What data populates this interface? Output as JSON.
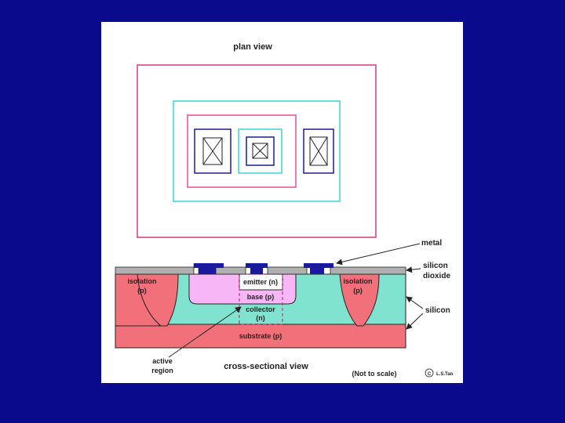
{
  "colors": {
    "background": "#0a0a8c",
    "isolation_p": "#f2707a",
    "silicon": "#7fe3d0",
    "base_p": "#f7b7f7",
    "metal": "#1a1aa0",
    "oxide": "#b0b0b0",
    "magenta_outline": "#d13a8a",
    "cyan_outline": "#37d6d0",
    "pink_outline": "#e94e9a",
    "navy_outline": "#1d1d8f"
  },
  "labels": {
    "plan_view": "plan view",
    "metal": "metal",
    "silicon_dioxide_1": "silicon",
    "silicon_dioxide_2": "dioxide",
    "silicon": "silicon",
    "isolation_left_1": "isolation",
    "isolation_left_2": "(p)",
    "isolation_right_1": "isolation",
    "isolation_right_2": "(p)",
    "emitter": "emitter (n)",
    "base": "base (p)",
    "collector_1": "collector",
    "collector_2": "(n)",
    "substrate": "substrate (p)",
    "active_region_1": "active",
    "active_region_2": "region",
    "cross_sectional_view": "cross-sectional view",
    "not_to_scale": "(Not to scale)",
    "copyright": "C",
    "author": "L.S.Tan"
  }
}
